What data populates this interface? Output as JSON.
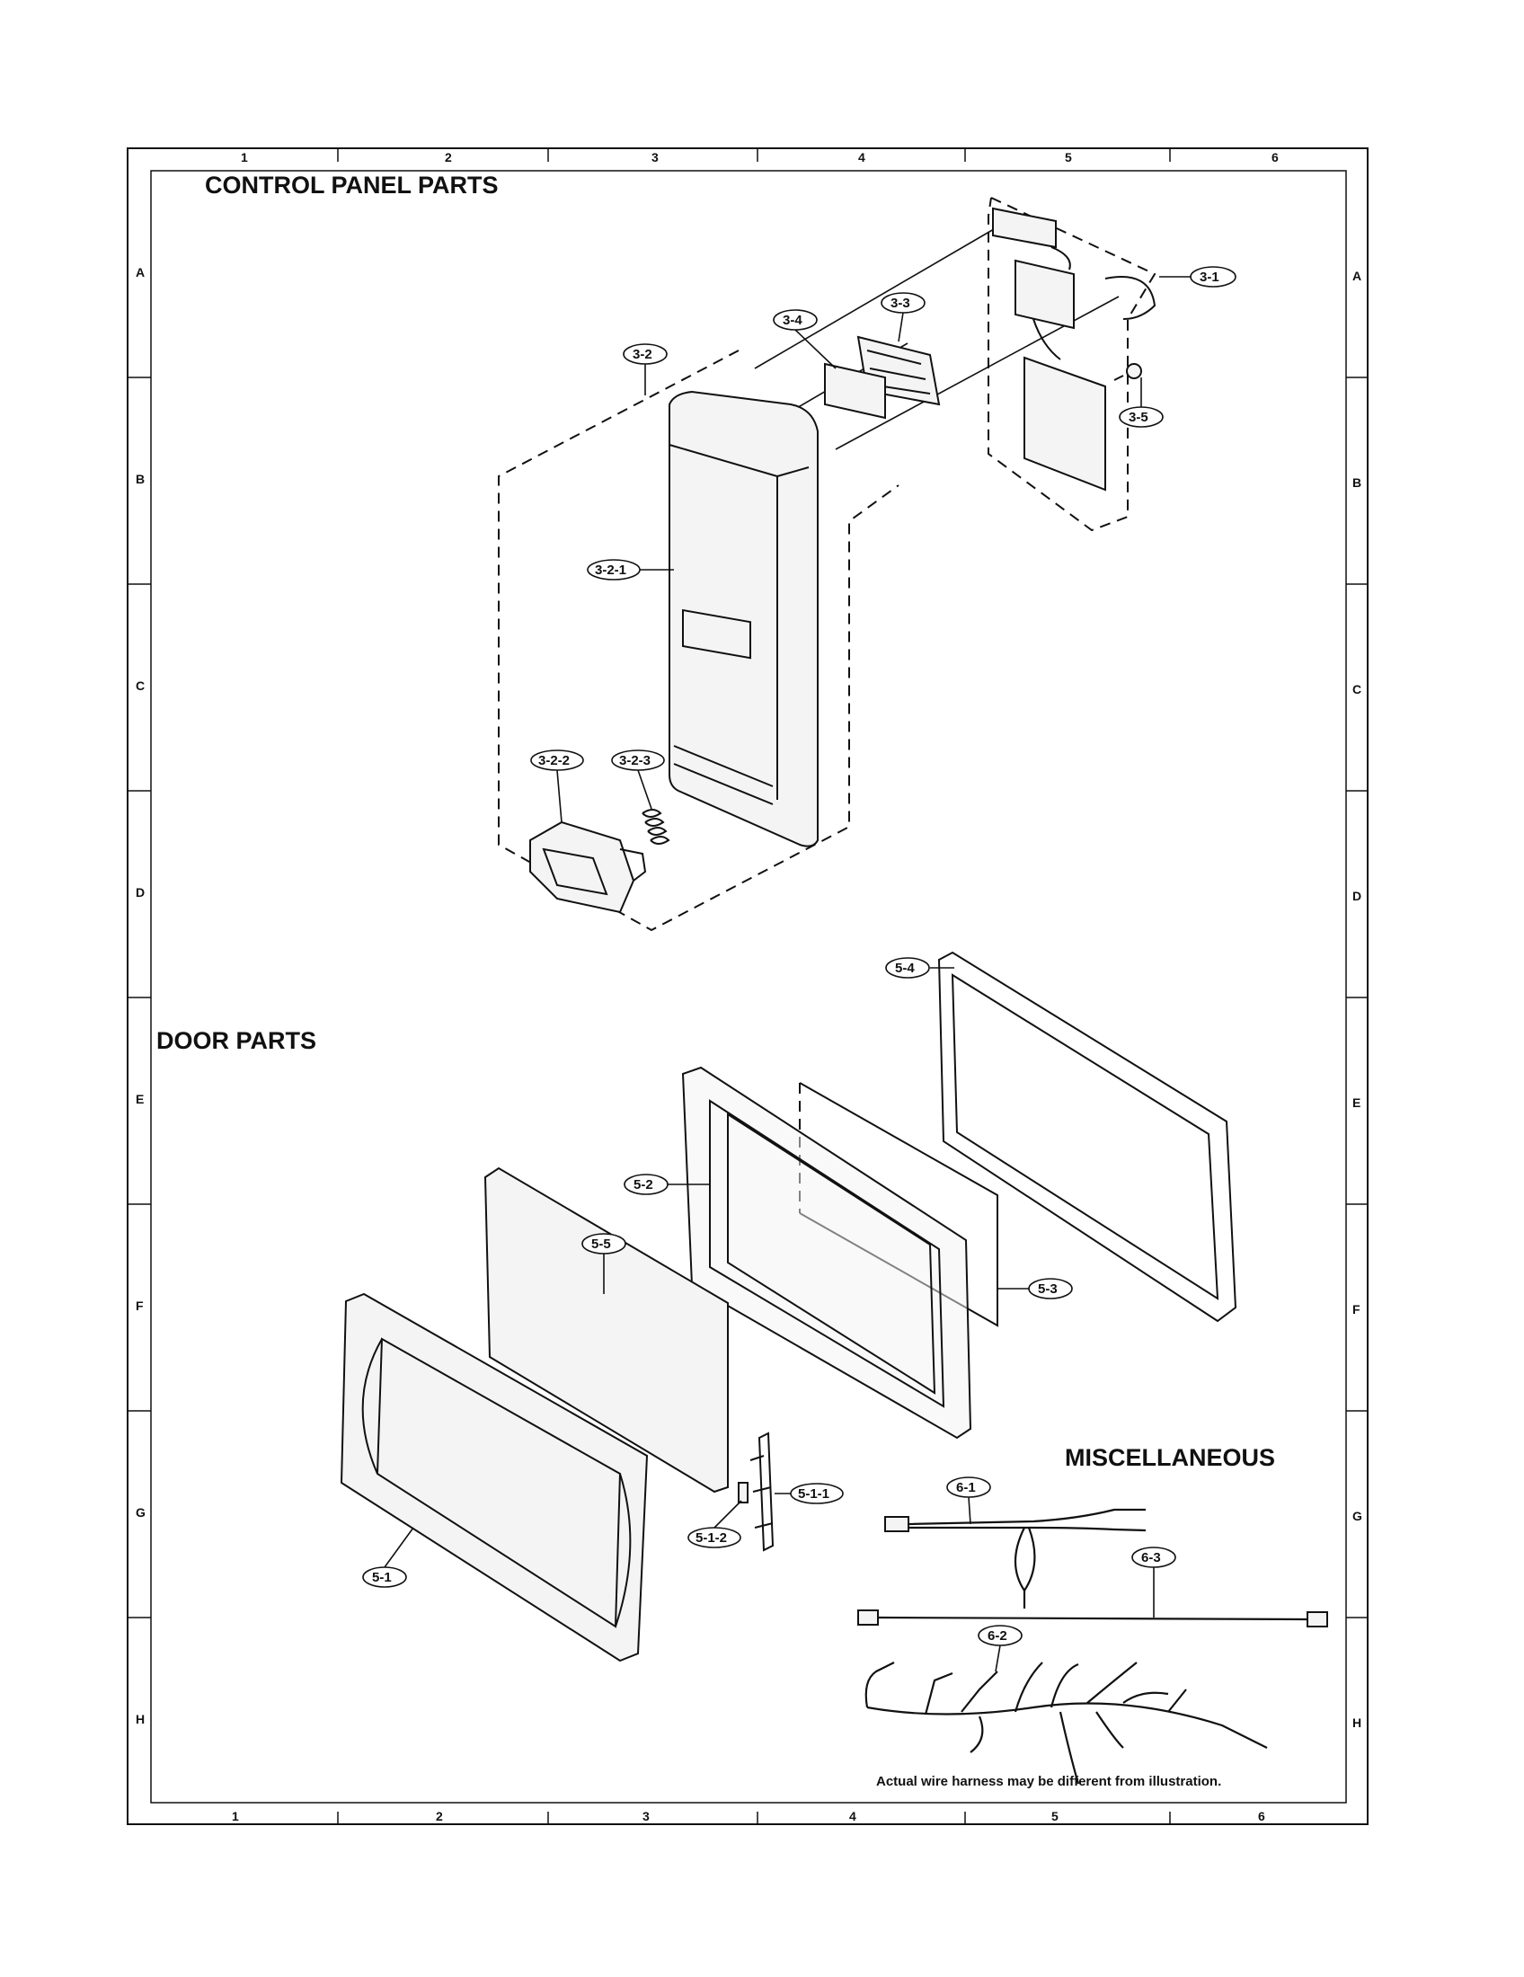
{
  "sections": {
    "control_panel": "CONTROL PANEL PARTS",
    "door": "DOOR PARTS",
    "misc": "MISCELLANEOUS"
  },
  "grid": {
    "columns": [
      "1",
      "2",
      "3",
      "4",
      "5",
      "6"
    ],
    "rows": [
      "A",
      "B",
      "C",
      "D",
      "E",
      "F",
      "G",
      "H"
    ]
  },
  "callouts": {
    "c3_1": "3-1",
    "c3_2": "3-2",
    "c3_2_1": "3-2-1",
    "c3_2_2": "3-2-2",
    "c3_2_3": "3-2-3",
    "c3_3": "3-3",
    "c3_4": "3-4",
    "c3_5": "3-5",
    "c5_1": "5-1",
    "c5_1_1": "5-1-1",
    "c5_1_2": "5-1-2",
    "c5_2": "5-2",
    "c5_3": "5-3",
    "c5_4": "5-4",
    "c5_5": "5-5",
    "c6_1": "6-1",
    "c6_2": "6-2",
    "c6_3": "6-3"
  },
  "note": "Actual wire harness may be different from illustration."
}
